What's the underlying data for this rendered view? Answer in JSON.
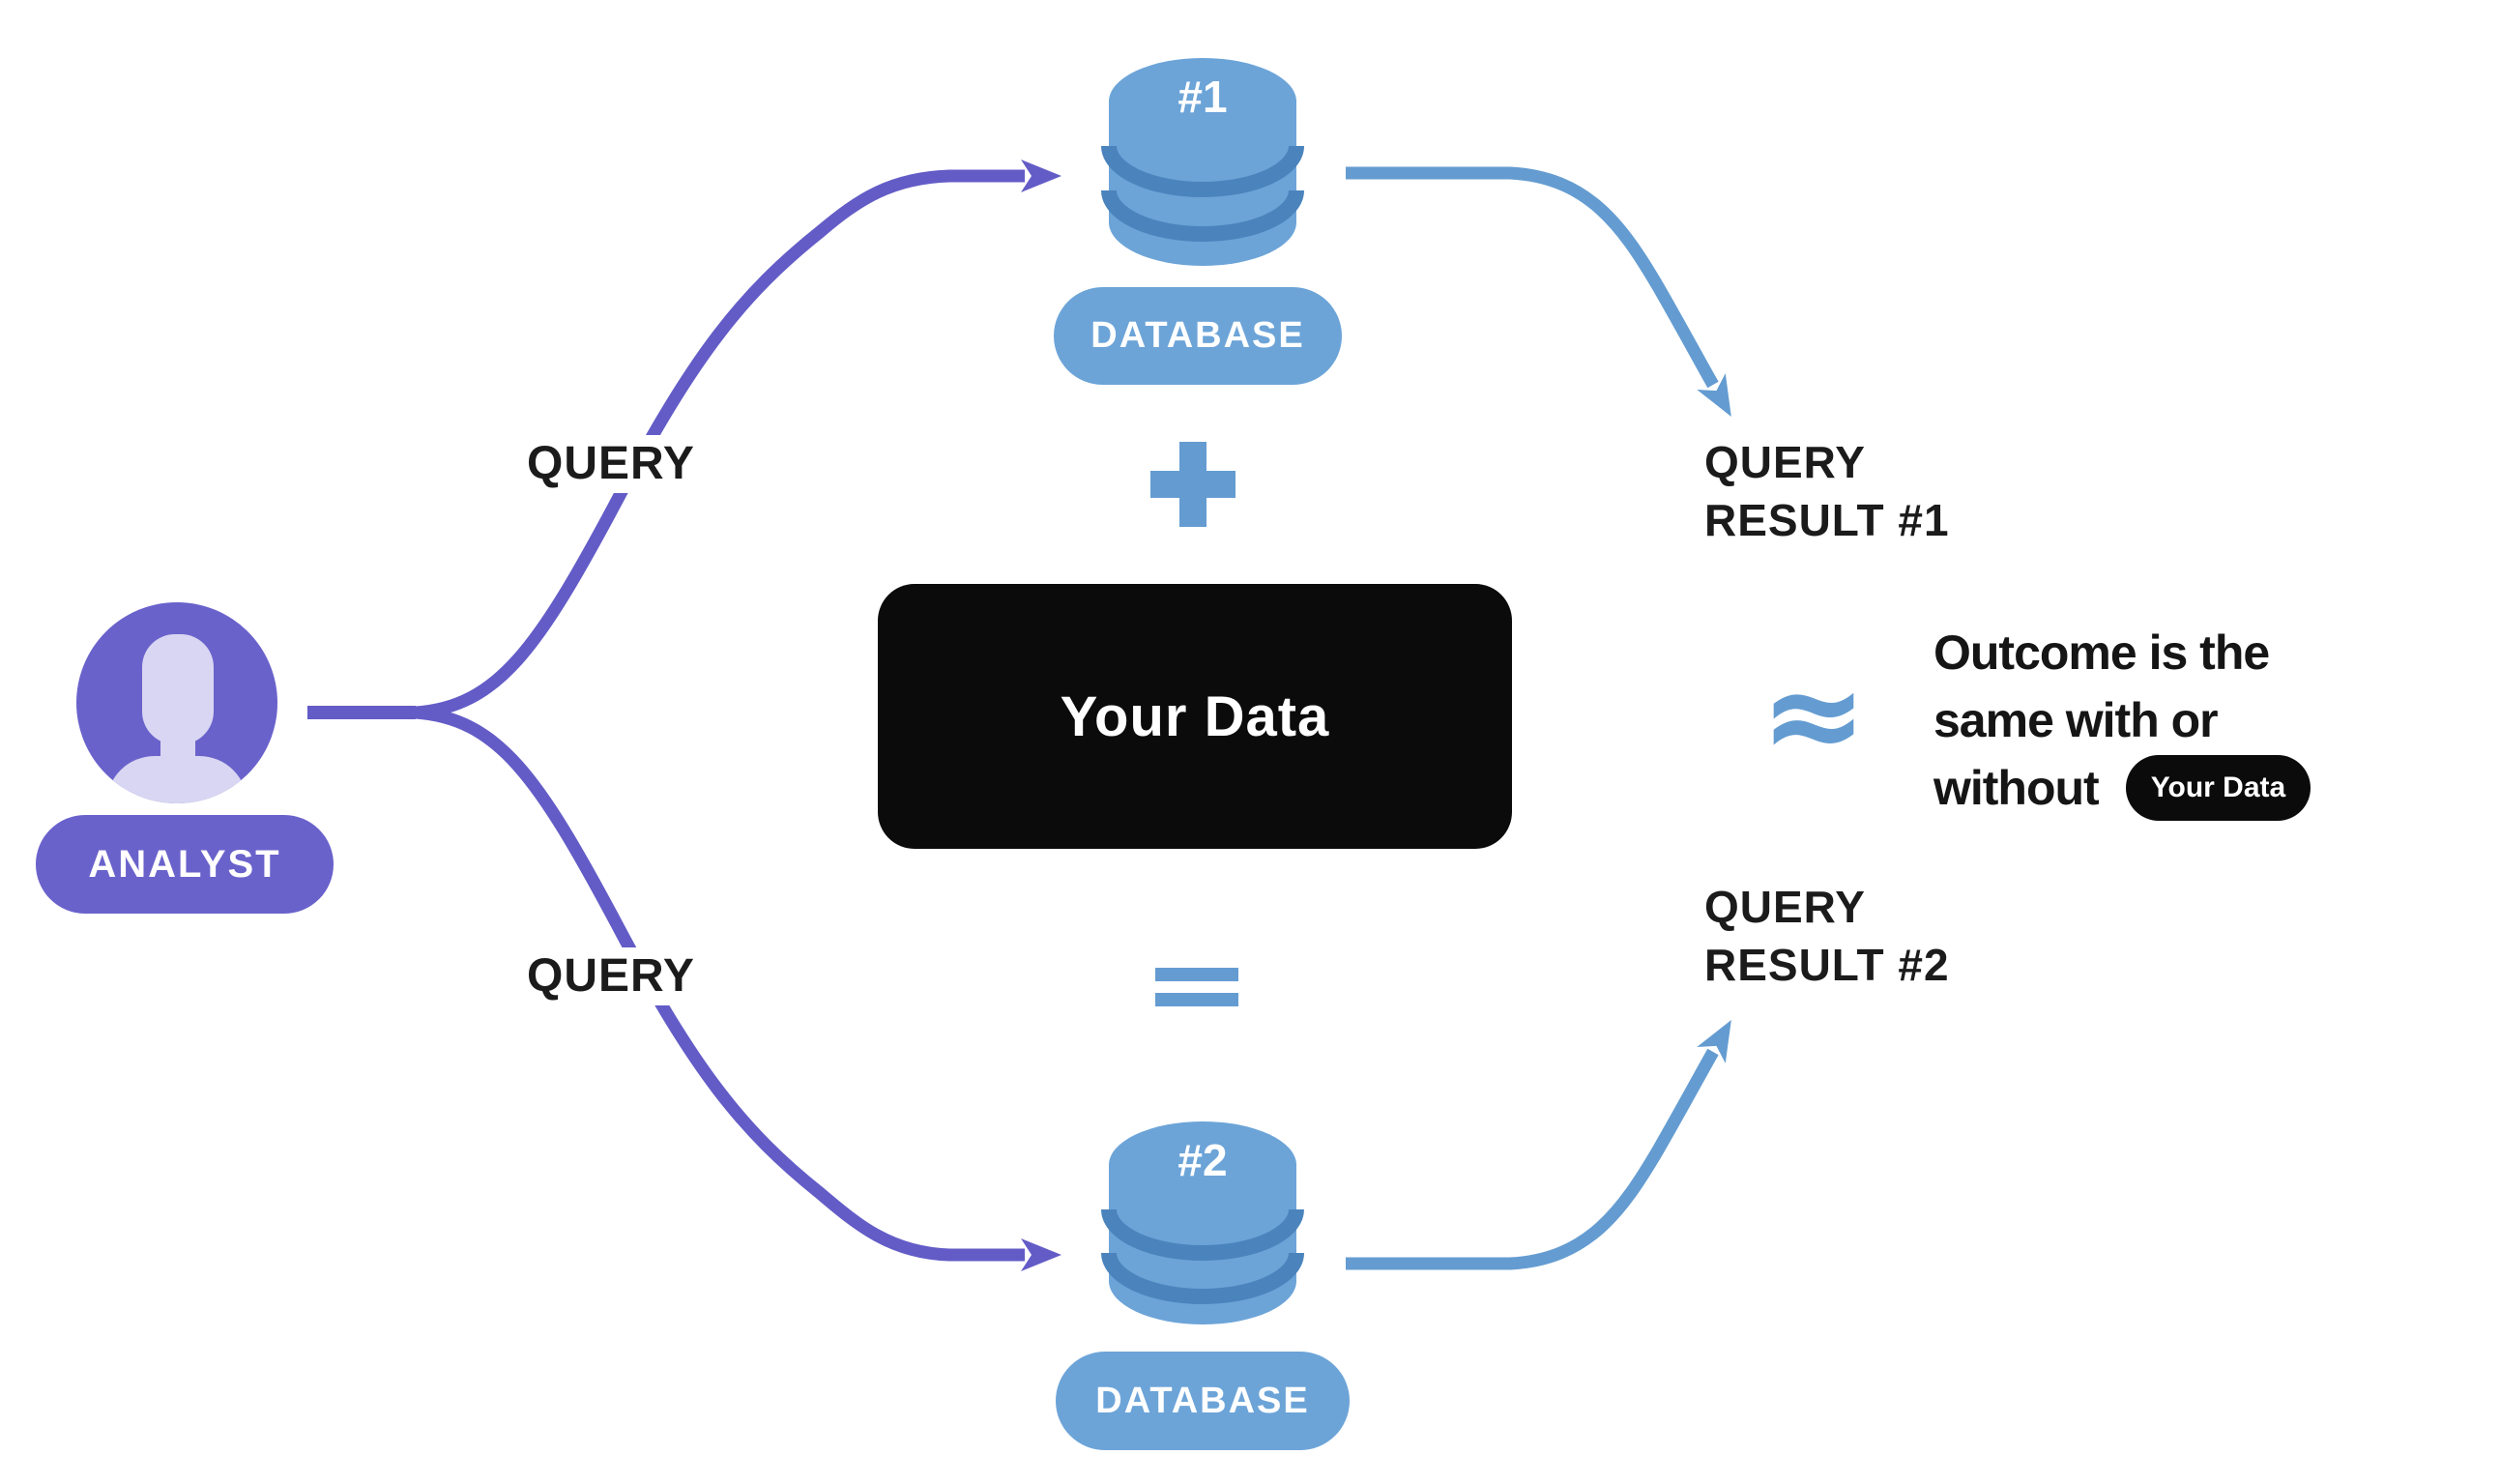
{
  "colors": {
    "purple_line": "#635CC7",
    "purple_fill": "#6A62CB",
    "lavender": "#D8D6F2",
    "blue_line": "#649CD1",
    "blue_fill": "#6CA4D8",
    "blue_band": "#4B84BC",
    "box_black": "#0B0B0B",
    "text_black": "#1B1B1B"
  },
  "analyst": {
    "label": "ANALYST"
  },
  "queries": {
    "top": "QUERY",
    "bottom": "QUERY"
  },
  "databases": {
    "top": {
      "badge": "#1",
      "label": "DATABASE"
    },
    "bottom": {
      "badge": "#2",
      "label": "DATABASE"
    }
  },
  "center": {
    "box_label": "Your Data"
  },
  "results": {
    "top_line1": "QUERY",
    "top_line2": "RESULT #1",
    "bottom_line1": "QUERY",
    "bottom_line2": "RESULT #2",
    "approx_symbol": "≈"
  },
  "outcome": {
    "line1": "Outcome is the",
    "line2": "same with or",
    "line3_prefix": "without",
    "pill": "Your Data"
  }
}
